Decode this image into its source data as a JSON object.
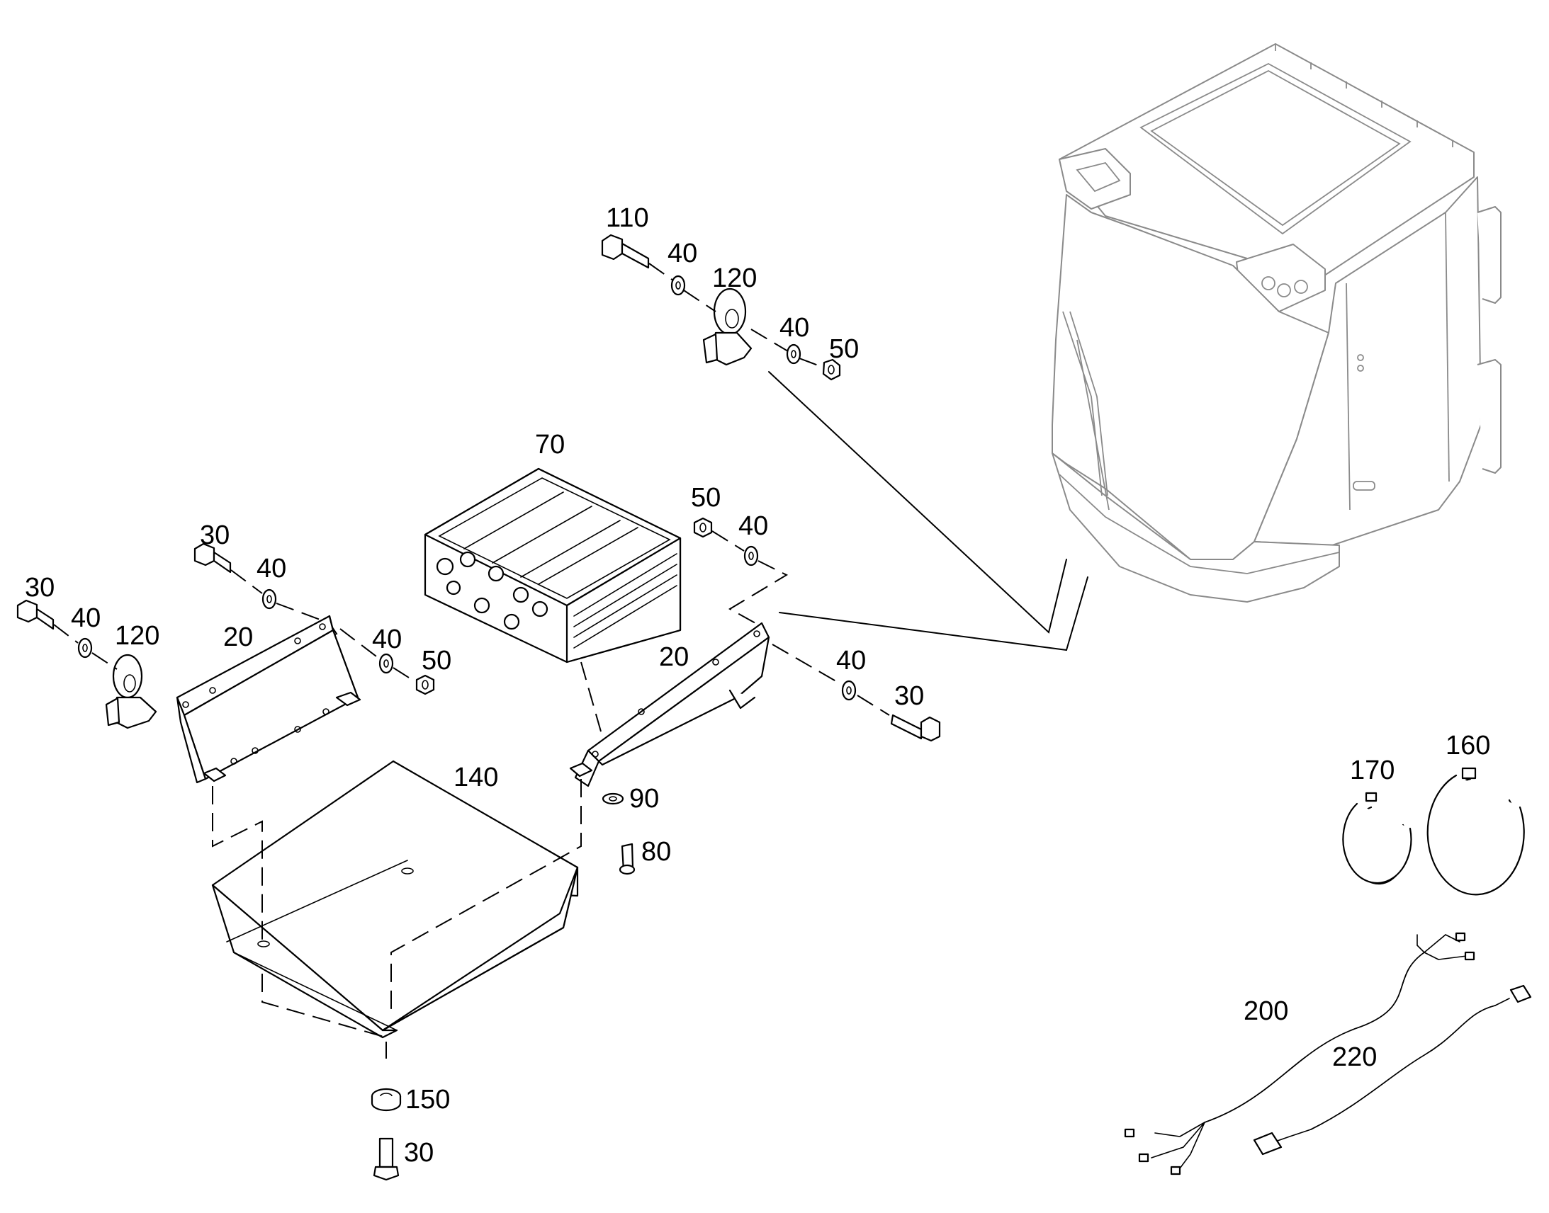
{
  "diagram": {
    "callouts": {
      "bolt_top": "110",
      "washer_top": "40",
      "horn_top": "120",
      "washer_top_right": "40",
      "nut_top": "50",
      "radio_unit": "70",
      "nut_mid_right": "50",
      "washer_mid_right": "40",
      "bolt_left_a": "30",
      "washer_left_a": "40",
      "bolt_left_b": "30",
      "washer_left_b": "40",
      "horn_left": "120",
      "bracket_left": "20",
      "washer_left_bracket": "40",
      "nut_left_bracket": "50",
      "bracket_right": "20",
      "washer_right_bracket": "40",
      "bolt_right_bracket": "30",
      "tray": "140",
      "washer_tray_right": "90",
      "screw_tray_right": "80",
      "spacer_bottom": "150",
      "bolt_bottom": "30",
      "clamp_small": "170",
      "clamp_large": "160",
      "harness_a": "200",
      "harness_b": "220"
    }
  }
}
